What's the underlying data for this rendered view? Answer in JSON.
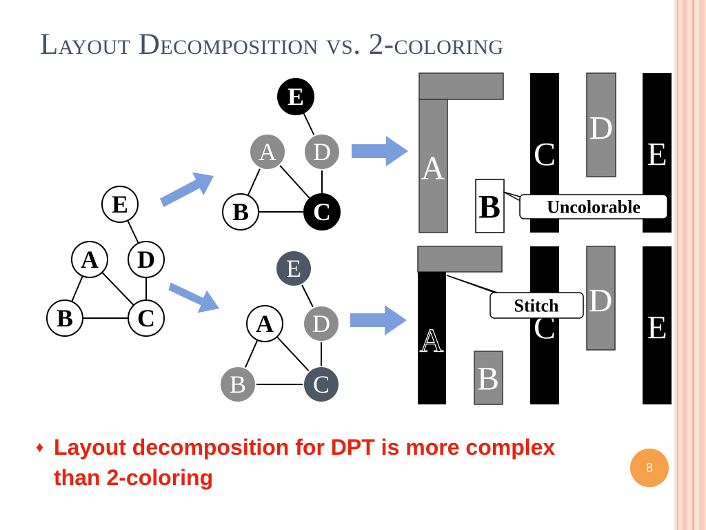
{
  "slide": {
    "title": "Layout Decomposition vs. 2-coloring",
    "bullet": "Layout decomposition for DPT is more complex than 2-coloring",
    "page_number": "8",
    "colors": {
      "title": "#3f4f66",
      "bullet": "#e8220f",
      "page_badge": "#f5a04a",
      "arrow": "#7b9fdc",
      "gray_fill": "#8c8c8c",
      "slate_fill": "#4d5866",
      "black_fill": "#000000"
    }
  },
  "graphs": {
    "original": {
      "nodes": [
        {
          "id": "E",
          "label": "E",
          "fill": "white"
        },
        {
          "id": "A",
          "label": "A",
          "fill": "white"
        },
        {
          "id": "D",
          "label": "D",
          "fill": "white"
        },
        {
          "id": "B",
          "label": "B",
          "fill": "white"
        },
        {
          "id": "C",
          "label": "C",
          "fill": "white"
        }
      ]
    },
    "coloring_top": {
      "nodes": [
        {
          "id": "E",
          "label": "E",
          "fill": "black"
        },
        {
          "id": "A",
          "label": "A",
          "fill": "gray"
        },
        {
          "id": "D",
          "label": "D",
          "fill": "gray"
        },
        {
          "id": "B",
          "label": "B",
          "fill": "white"
        },
        {
          "id": "C",
          "label": "C",
          "fill": "black"
        }
      ]
    },
    "coloring_bottom": {
      "nodes": [
        {
          "id": "E",
          "label": "E",
          "fill": "slate"
        },
        {
          "id": "A",
          "label": "A",
          "fill": "white"
        },
        {
          "id": "D",
          "label": "D",
          "fill": "gray"
        },
        {
          "id": "B",
          "label": "B",
          "fill": "gray"
        },
        {
          "id": "C",
          "label": "C",
          "fill": "slate"
        }
      ]
    }
  },
  "layouts": {
    "top": {
      "blocks": {
        "A": "A",
        "B": "B",
        "C": "C",
        "D": "D",
        "E": "E"
      },
      "callout": "Uncolorable"
    },
    "bottom": {
      "blocks": {
        "A": "A",
        "B": "B",
        "C": "C",
        "D": "D",
        "E": "E"
      },
      "callout": "Stitch"
    }
  }
}
